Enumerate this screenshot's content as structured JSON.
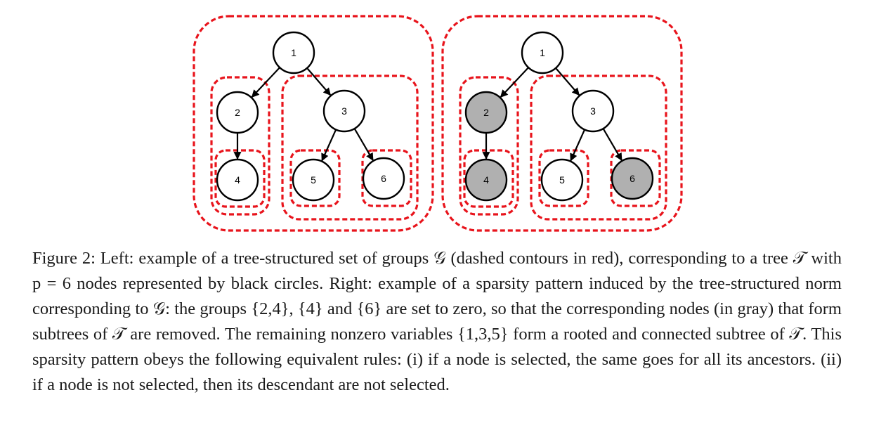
{
  "figure": {
    "colors": {
      "contour": "#e8141c",
      "node_fill": "#ffffff",
      "removed_fill": "#b0b0b0",
      "edge": "#000000"
    },
    "trees": [
      {
        "side": "left",
        "nodes": [
          {
            "label": "1",
            "removed": false
          },
          {
            "label": "2",
            "removed": false
          },
          {
            "label": "3",
            "removed": false
          },
          {
            "label": "4",
            "removed": false
          },
          {
            "label": "5",
            "removed": false
          },
          {
            "label": "6",
            "removed": false
          }
        ]
      },
      {
        "side": "right",
        "nodes": [
          {
            "label": "1",
            "removed": false
          },
          {
            "label": "2",
            "removed": true
          },
          {
            "label": "3",
            "removed": false
          },
          {
            "label": "4",
            "removed": true
          },
          {
            "label": "5",
            "removed": false
          },
          {
            "label": "6",
            "removed": true
          }
        ]
      }
    ]
  },
  "caption": {
    "text": "Figure 2: Left: example of a tree-structured set of groups 𝒢 (dashed contours in red), corresponding to a tree 𝒯 with p = 6 nodes represented by black circles. Right: example of a sparsity pattern induced by the tree-structured norm corresponding to 𝒢: the groups {2,4}, {4} and {6} are set to zero, so that the corresponding nodes (in gray) that form subtrees of 𝒯 are removed. The remaining nonzero variables {1,3,5} form a rooted and connected subtree of 𝒯. This sparsity pattern obeys the following equivalent rules: (i) if a node is selected, the same goes for all its ancestors. (ii) if a node is not selected, then its descendant are not selected."
  }
}
